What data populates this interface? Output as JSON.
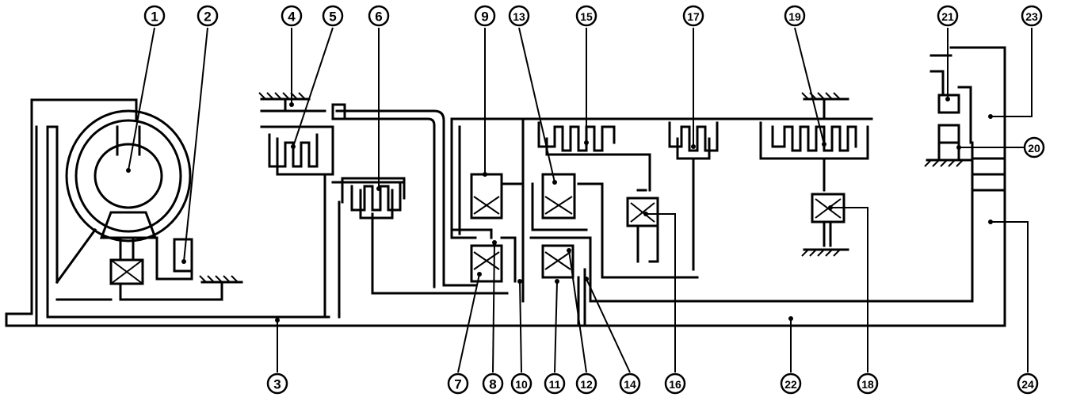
{
  "labels": [
    {
      "id": "1",
      "text": "①"
    },
    {
      "id": "2",
      "text": "②"
    },
    {
      "id": "3",
      "text": "③"
    },
    {
      "id": "4",
      "text": "④"
    },
    {
      "id": "5",
      "text": "⑤"
    },
    {
      "id": "6",
      "text": "⑥"
    },
    {
      "id": "7",
      "text": "⑦"
    },
    {
      "id": "8",
      "text": "⑧"
    },
    {
      "id": "9",
      "text": "⑨"
    },
    {
      "id": "10",
      "text": "⑩"
    },
    {
      "id": "11",
      "text": "⑪"
    },
    {
      "id": "12",
      "text": "⑫"
    },
    {
      "id": "13",
      "text": "⑬"
    },
    {
      "id": "14",
      "text": "⑭"
    },
    {
      "id": "15",
      "text": "⑮"
    },
    {
      "id": "16",
      "text": "⑯"
    },
    {
      "id": "17",
      "text": "⑰"
    },
    {
      "id": "18",
      "text": "⑱"
    },
    {
      "id": "19",
      "text": "⑲"
    },
    {
      "id": "20",
      "text": "⑳"
    },
    {
      "id": "21",
      "text": "㉑"
    },
    {
      "id": "22",
      "text": "㉒"
    },
    {
      "id": "23",
      "text": "㉓"
    },
    {
      "id": "24",
      "text": "㉔"
    }
  ]
}
